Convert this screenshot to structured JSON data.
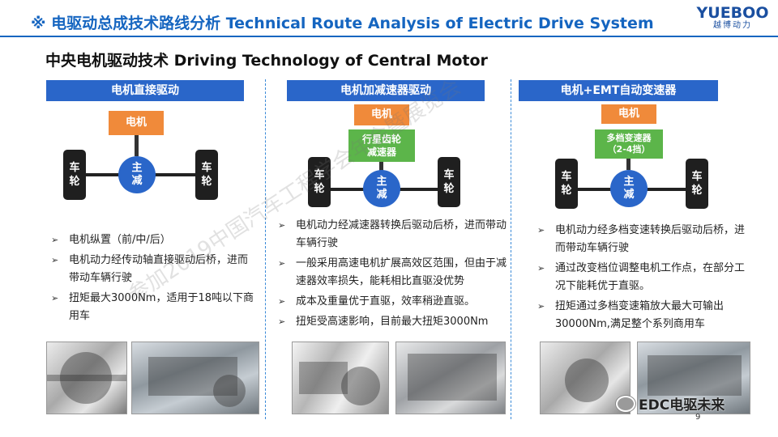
{
  "header": {
    "title": "※ 电驱动总成技术路线分析  Technical Route Analysis of Electric Drive System",
    "logo_main": "YUEBOO",
    "logo_sub": "越博动力"
  },
  "subtitle": "中央电机驱动技术 Driving Technology of Central Motor",
  "columns": [
    {
      "header": "电机直接驱动",
      "motor": "电机",
      "wheel_left": [
        "车",
        "轮"
      ],
      "wheel_right": [
        "车",
        "轮"
      ],
      "diff": [
        "主",
        "减"
      ],
      "bullets": [
        "电机纵置（前/中/后）",
        "电机动力经传动轴直接驱动后桥，进而带动车辆行驶",
        "扭矩最大3000Nm，适用于18吨以下商用车"
      ]
    },
    {
      "header": "电机加减速器驱动",
      "motor": "电机",
      "gear": [
        "行星齿轮",
        "减速器"
      ],
      "wheel_left": [
        "车",
        "轮"
      ],
      "wheel_right": [
        "车",
        "轮"
      ],
      "diff": [
        "主",
        "减"
      ],
      "bullets": [
        "电机动力经减速器转换后驱动后桥，进而带动车辆行驶",
        "一般采用高速电机扩展高效区范围，但由于减速器效率损失，能耗相比直驱没优势",
        "成本及重量优于直驱，效率稍逊直驱。",
        "扭矩受高速影响，目前最大扭矩3000Nm"
      ]
    },
    {
      "header": "电机+EMT自动变速器",
      "motor": "电机",
      "gear": [
        "多档变速器",
        "（2-4挡）"
      ],
      "wheel_left": [
        "车",
        "轮"
      ],
      "wheel_right": [
        "车",
        "轮"
      ],
      "diff": [
        "主",
        "减"
      ],
      "bullets": [
        "电机动力经多档变速转换后驱动后桥，进而带动车辆行驶",
        "通过改变档位调整电机工作点，在部分工况下能耗优于直驱。",
        "扭矩通过多档变速箱放大最大可输出30000Nm,满足整个系列商用车"
      ]
    }
  ],
  "footer": {
    "page": "9",
    "wechat": "EDC电驱未来"
  },
  "watermark": "参加2019中国汽车工程学会年会暨展览会"
}
